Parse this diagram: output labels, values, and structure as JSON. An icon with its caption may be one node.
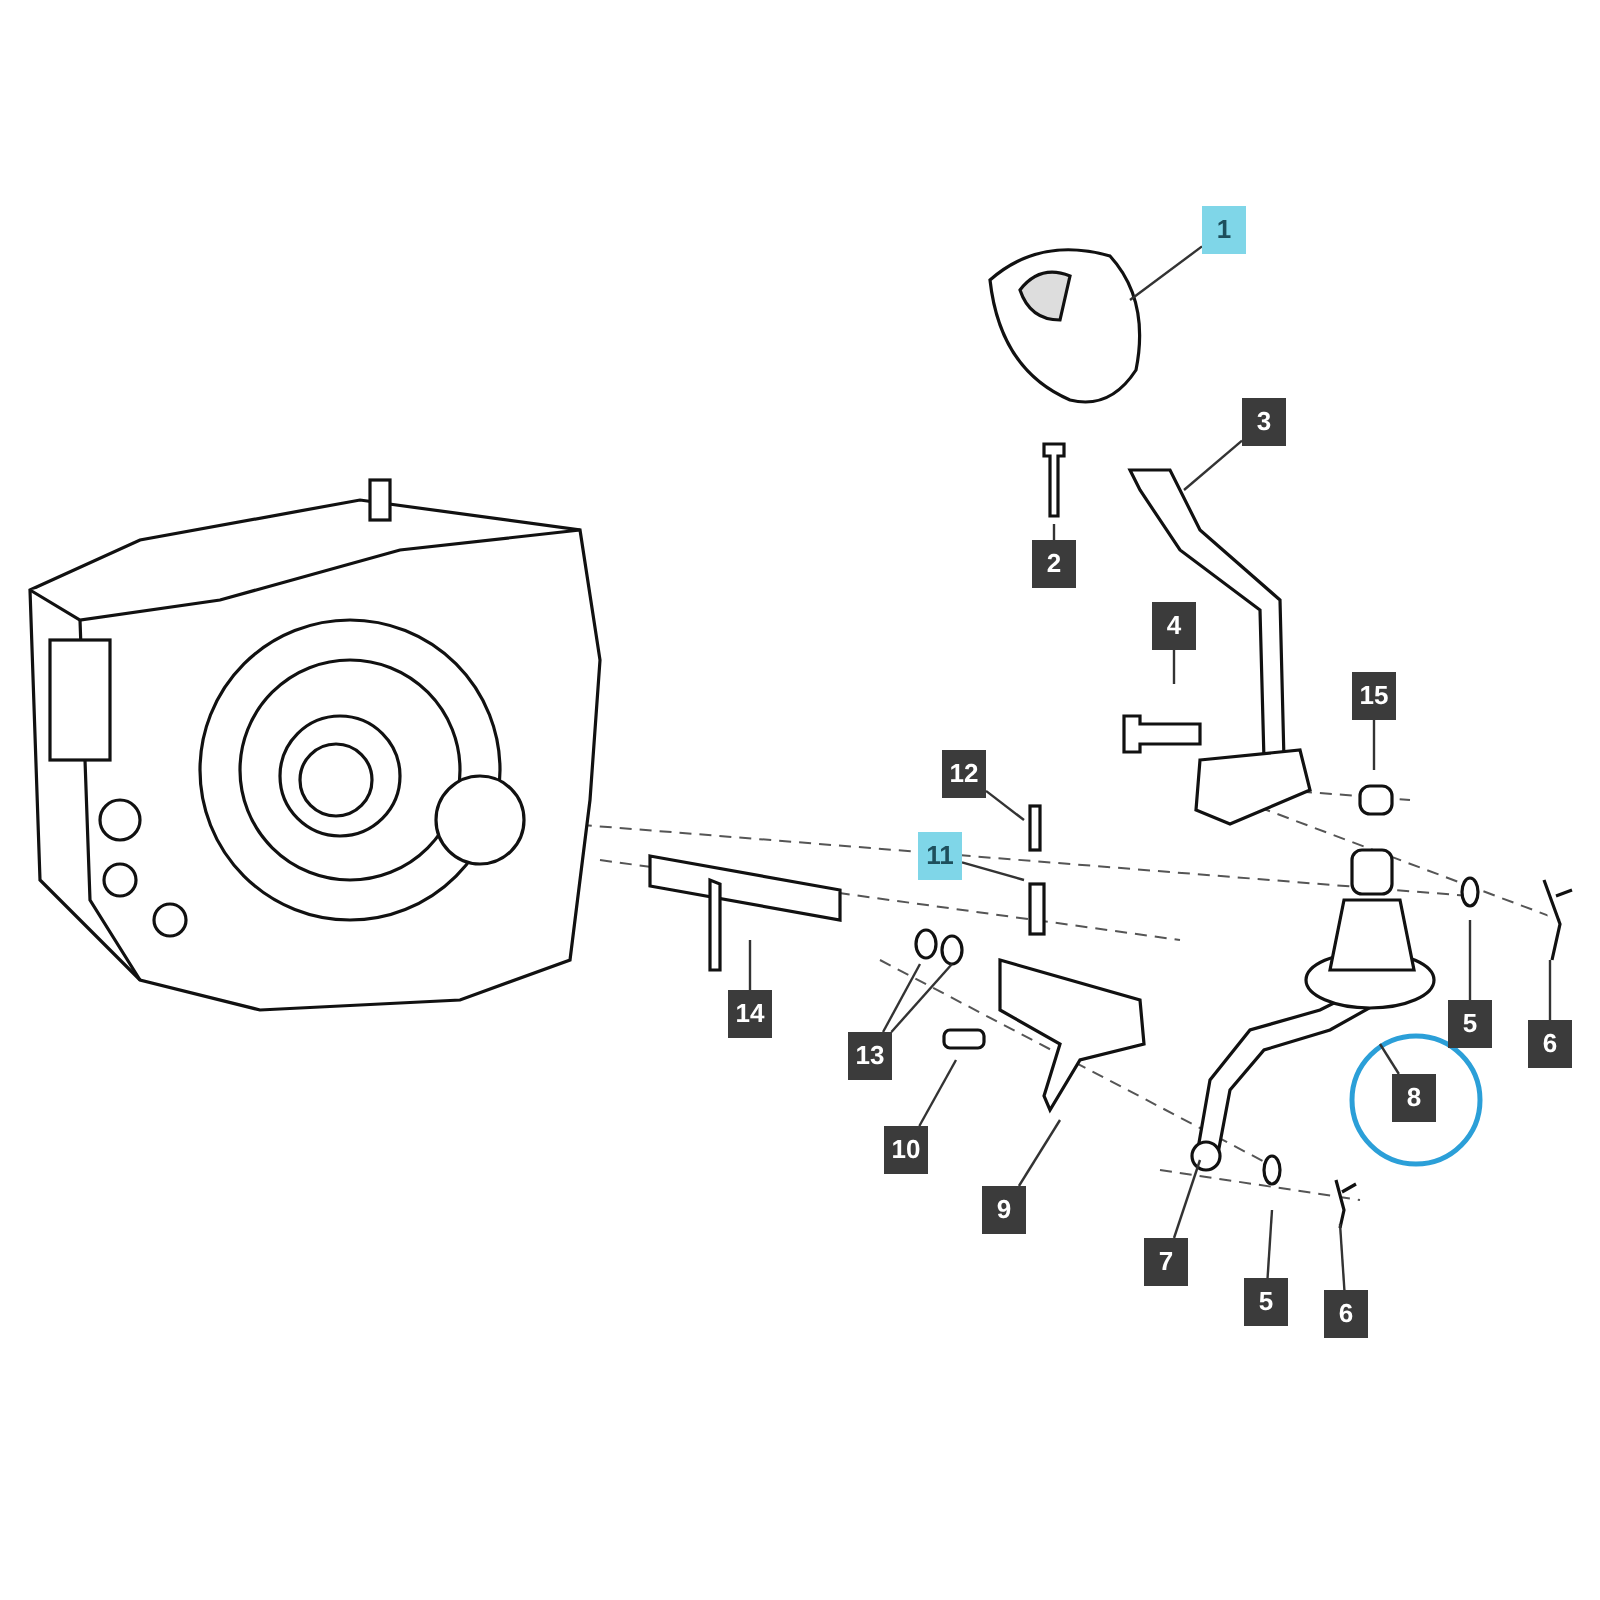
{
  "diagram": {
    "nodes": [
      {
        "text": [
          "1"
        ]
      },
      {
        "text": [
          "3"
        ]
      },
      {
        "text": [
          "2"
        ]
      },
      {
        "text": [
          "4"
        ]
      },
      {
        "text": [
          "15"
        ]
      },
      {
        "text": [
          "12"
        ]
      },
      {
        "text": [
          "11"
        ]
      },
      {
        "text": [
          "5"
        ]
      },
      {
        "text": [
          "6"
        ]
      },
      {
        "text": [
          "14"
        ]
      },
      {
        "text": [
          "13"
        ]
      },
      {
        "text": [
          "8"
        ]
      },
      {
        "text": [
          "10"
        ]
      },
      {
        "text": [
          "9"
        ]
      },
      {
        "text": [
          "7"
        ]
      },
      {
        "text": [
          "5"
        ]
      },
      {
        "text": [
          "6"
        ]
      }
    ],
    "edges": [
      {
        "from": 0,
        "to": null,
        "arrow": "none"
      },
      {
        "from": 1,
        "to": null,
        "arrow": "none"
      },
      {
        "from": 2,
        "to": null,
        "arrow": "none"
      },
      {
        "from": 3,
        "to": null,
        "arrow": "none"
      },
      {
        "from": 4,
        "to": null,
        "arrow": "none"
      },
      {
        "from": 5,
        "to": null,
        "arrow": "none"
      },
      {
        "from": 6,
        "to": null,
        "arrow": "none"
      },
      {
        "from": 7,
        "to": null,
        "arrow": "none"
      },
      {
        "from": 8,
        "to": null,
        "arrow": "none"
      },
      {
        "from": 9,
        "to": null,
        "arrow": "none"
      },
      {
        "from": 10,
        "to": null,
        "arrow": "none"
      },
      {
        "from": 10,
        "to": null,
        "arrow": "none"
      },
      {
        "from": 11,
        "to": null,
        "arrow": "none"
      },
      {
        "from": 12,
        "to": null,
        "arrow": "none"
      },
      {
        "from": 13,
        "to": null,
        "arrow": "none"
      },
      {
        "from": 14,
        "to": null,
        "arrow": "none"
      },
      {
        "from": 15,
        "to": null,
        "arrow": "none"
      },
      {
        "from": 16,
        "to": null,
        "arrow": "none"
      }
    ]
  }
}
